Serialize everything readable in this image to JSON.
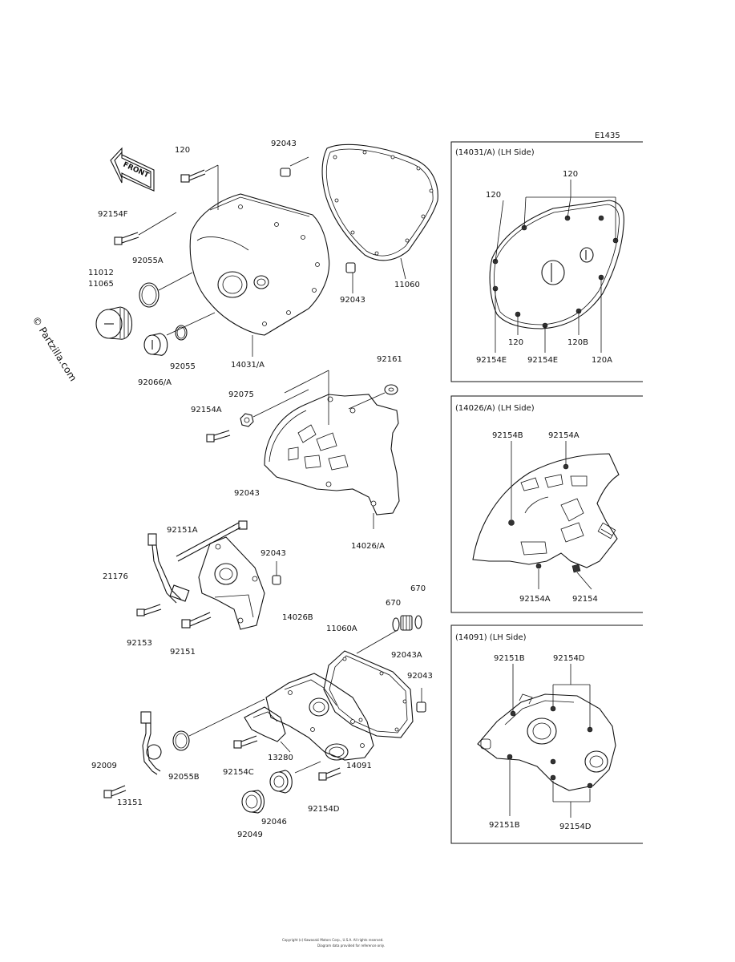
{
  "diagram_code": "E1435",
  "watermark": "© Partzilla.com",
  "front_arrow": "FRONT",
  "footer_line1": "Copyright (c) Kawasaki Motors Corp., U.S.A. All rights reserved.",
  "footer_line2": "Diagram data provided for reference only.",
  "labels": {
    "p120_top": "120",
    "p92043_top": "92043",
    "p92154f": "92154F",
    "p92055a": "92055A",
    "p11012": "11012",
    "p11065": "11065",
    "p11060": "11060",
    "p92043_mid": "92043",
    "p92055": "92055",
    "p92066a": "92066/A",
    "p14031a": "14031/A",
    "p92161": "92161",
    "p92075": "92075",
    "p92154a": "92154A",
    "p92043_c": "92043",
    "p14026a": "14026/A",
    "p92151a": "92151A",
    "p21176": "21176",
    "p92043_d": "92043",
    "p92153": "92153",
    "p92151": "92151",
    "p14026b": "14026B",
    "p670a": "670",
    "p670b": "670",
    "p11060a": "11060A",
    "p92043a": "92043A",
    "p92043_e": "92043",
    "p92009": "92009",
    "p92055b": "92055B",
    "p92154c": "92154C",
    "p13280": "13280",
    "p14091": "14091",
    "p13151": "13151",
    "p92046": "92046",
    "p92154d": "92154D",
    "p92049": "92049"
  },
  "insets": [
    {
      "title": "(14031/A) (LH Side)",
      "labels": [
        "120",
        "120",
        "120",
        "120B",
        "92154E",
        "92154E",
        "120A"
      ]
    },
    {
      "title": "(14026/A) (LH Side)",
      "labels": [
        "92154B",
        "92154A",
        "92154A",
        "92154"
      ]
    },
    {
      "title": "(14091) (LH Side)",
      "labels": [
        "92151B",
        "92154D",
        "92151B",
        "92154D"
      ]
    }
  ]
}
